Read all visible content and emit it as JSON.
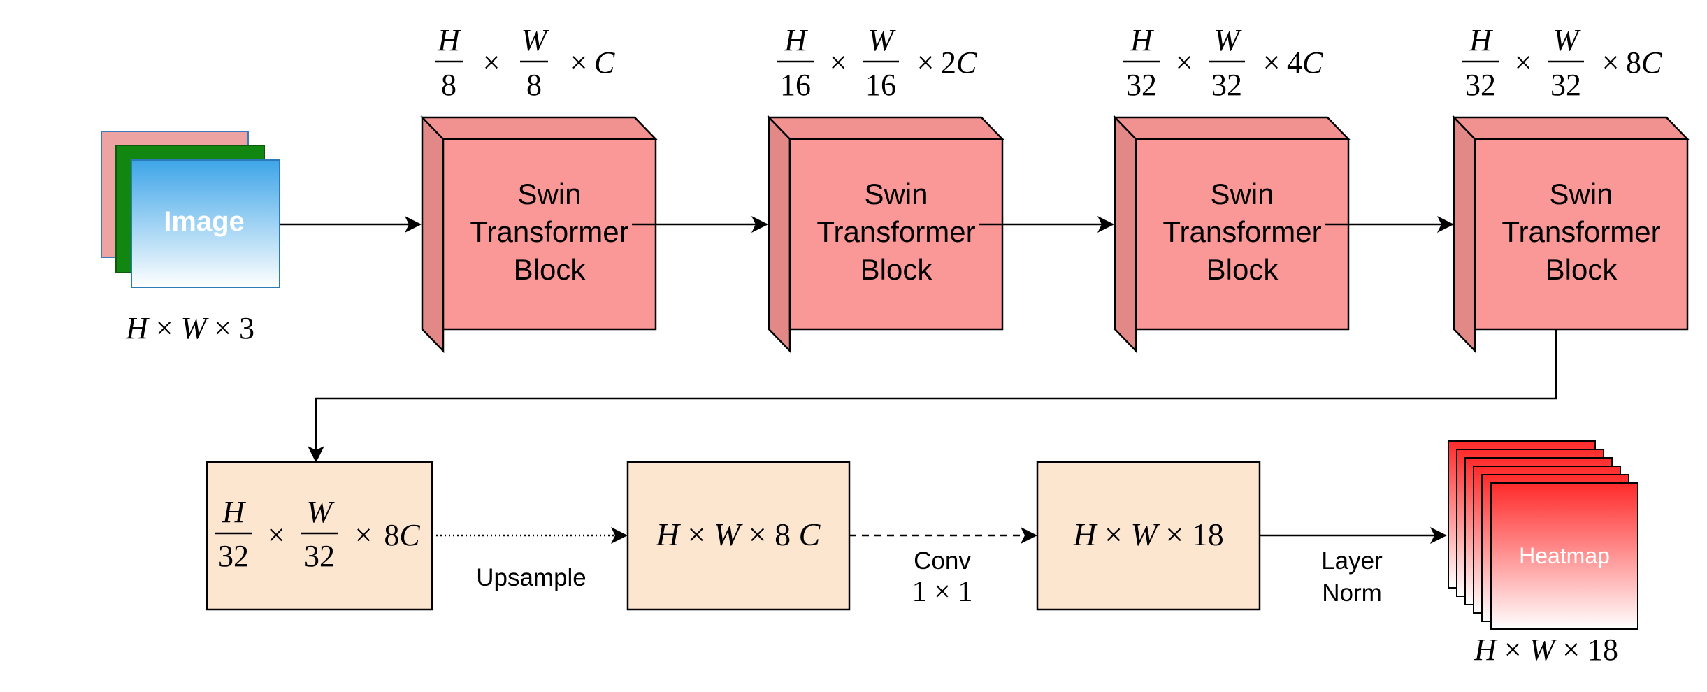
{
  "colors": {
    "block_front": "#f99896",
    "block_side": "#e28988",
    "block_top": "#f19291",
    "feature_box": "#fde6d0",
    "image_blue_top": "#3ea5e8",
    "image_blue_bottom": "#ffffff",
    "image_green": "#118711",
    "image_pink": "#eda3a1",
    "heatmap_red": "#ff2a2a"
  },
  "input": {
    "image_label": "Image",
    "dims": {
      "a": "H",
      "b": "W",
      "c": "3"
    }
  },
  "encoder": {
    "blocks": [
      {
        "line1": "Swin",
        "line2": "Transformer",
        "line3": "Block",
        "dims": {
          "num1": "H",
          "den1": "8",
          "num2": "W",
          "den2": "8",
          "ch": "C"
        }
      },
      {
        "line1": "Swin",
        "line2": "Transformer",
        "line3": "Block",
        "dims": {
          "num1": "H",
          "den1": "16",
          "num2": "W",
          "den2": "16",
          "ch": "2C"
        }
      },
      {
        "line1": "Swin",
        "line2": "Transformer",
        "line3": "Block",
        "dims": {
          "num1": "H",
          "den1": "32",
          "num2": "W",
          "den2": "32",
          "ch": "4C"
        }
      },
      {
        "line1": "Swin",
        "line2": "Transformer",
        "line3": "Block",
        "dims": {
          "num1": "H",
          "den1": "32",
          "num2": "W",
          "den2": "32",
          "ch": "8C"
        }
      }
    ]
  },
  "decoder": {
    "box1": {
      "num1": "H",
      "den1": "32",
      "num2": "W",
      "den2": "32",
      "ch": "8C"
    },
    "box2": {
      "a": "H",
      "b": "W",
      "c": "8C"
    },
    "box3": {
      "a": "H",
      "b": "W",
      "c": "18"
    },
    "edges": {
      "upsample": "Upsample",
      "conv_line1": "Conv",
      "conv_line2": {
        "a": "1",
        "b": "1"
      },
      "layernorm_line1": "Layer",
      "layernorm_line2": "Norm"
    }
  },
  "output": {
    "heatmap_label": "Heatmap",
    "dims": {
      "a": "H",
      "b": "W",
      "c": "18"
    }
  },
  "symbols": {
    "times": "×"
  }
}
